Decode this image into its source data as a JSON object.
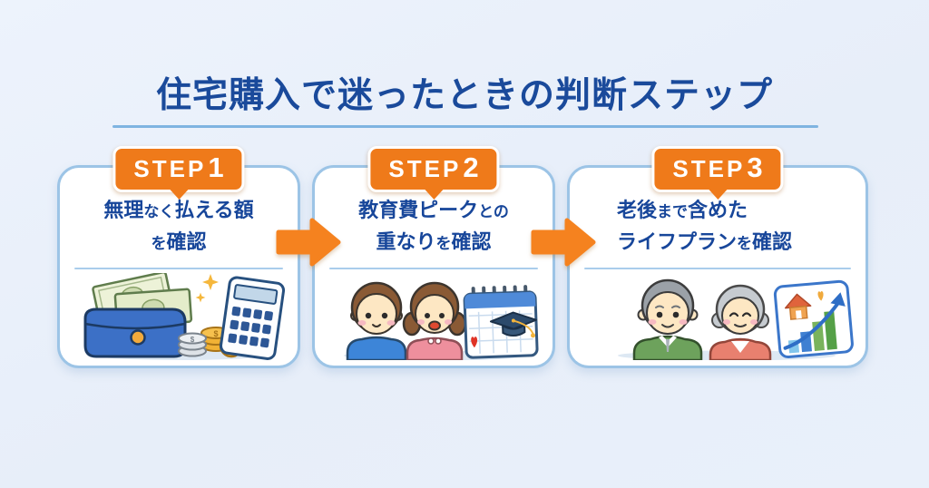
{
  "title": "住宅購入で迷ったときの判断ステップ",
  "colors": {
    "background": "#e9f0fa",
    "accent_orange": "#ef7a1a",
    "heading_blue": "#17469a",
    "card_border": "#9cc4e6",
    "title_underline": "#7fb4e1",
    "divider": "#a9cdec"
  },
  "steps": [
    {
      "badge_label": "STEP",
      "badge_number": "1",
      "heading_text": "無理なく払える額を確認",
      "heading_segments": [
        {
          "text": "無理",
          "size": "lg"
        },
        {
          "text": "なく",
          "size": "sm"
        },
        {
          "text": "払える額",
          "size": "lg"
        },
        {
          "br": true
        },
        {
          "text": "を",
          "size": "sm"
        },
        {
          "text": "確認",
          "size": "lg"
        }
      ],
      "illustration": "wallet-money-calculator"
    },
    {
      "badge_label": "STEP",
      "badge_number": "2",
      "heading_text": "教育費ピークとの重なりを確認",
      "heading_segments": [
        {
          "text": "教育費",
          "size": "lg"
        },
        {
          "text": "ピーク",
          "size": "lg"
        },
        {
          "text": "との",
          "size": "sm"
        },
        {
          "br": true
        },
        {
          "text": "重なり",
          "size": "lg"
        },
        {
          "text": "を",
          "size": "sm"
        },
        {
          "text": "確認",
          "size": "lg"
        }
      ],
      "illustration": "children-calendar-graduation"
    },
    {
      "badge_label": "STEP",
      "badge_number": "3",
      "heading_text": "老後まで含めたライフプランを確認",
      "heading_segments": [
        {
          "text": "老後",
          "size": "lg"
        },
        {
          "text": "まで",
          "size": "sm"
        },
        {
          "text": "含めた",
          "size": "lg"
        },
        {
          "br": true
        },
        {
          "text": "ライフプラン",
          "size": "lg"
        },
        {
          "text": "を",
          "size": "sm"
        },
        {
          "text": "確認",
          "size": "lg"
        }
      ],
      "illustration": "senior-couple-lifeplan-chart"
    }
  ],
  "arrows": [
    {
      "name": "arrow-step1-to-step2",
      "direction": "right"
    },
    {
      "name": "arrow-step2-to-step3",
      "direction": "right"
    }
  ]
}
